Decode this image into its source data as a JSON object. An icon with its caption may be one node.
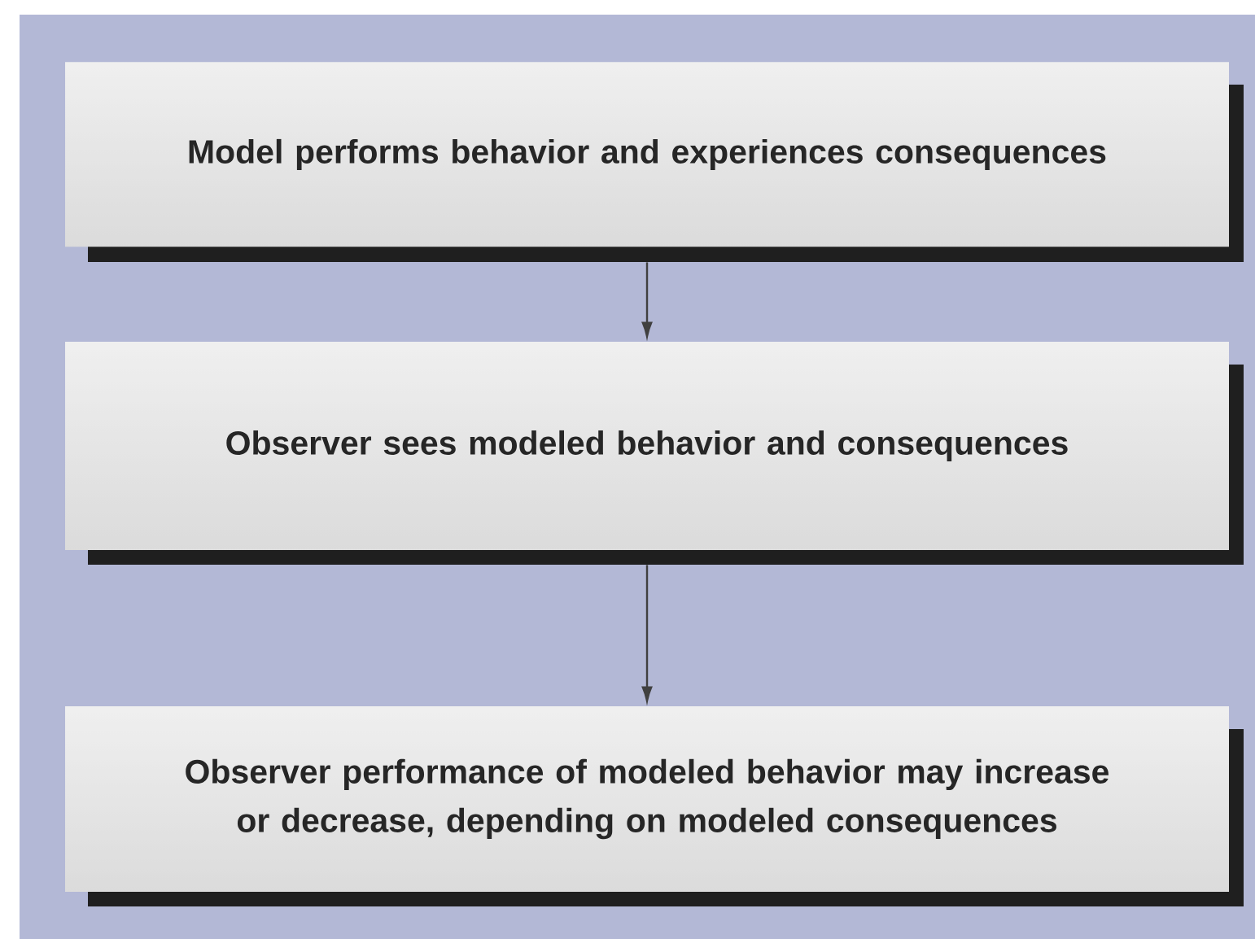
{
  "diagram": {
    "nodes": [
      {
        "text": [
          "Model performs behavior and experiences consequences"
        ]
      },
      {
        "text": [
          "Observer sees modeled behavior and consequences"
        ]
      },
      {
        "text": [
          "Observer performance of modeled behavior may increase or decrease, depending on modeled consequences"
        ]
      }
    ],
    "edges": [
      {
        "from": 0,
        "to": 1,
        "arrow": "to"
      },
      {
        "from": 1,
        "to": 2,
        "arrow": "to"
      }
    ]
  }
}
